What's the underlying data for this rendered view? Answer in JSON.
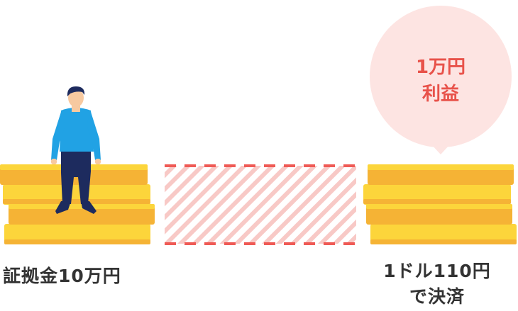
{
  "left_caption": "証拠金10万円",
  "right_caption_line1": "1ドル110円",
  "right_caption_line2": "で決済",
  "bubble_line1": "1万円",
  "bubble_line2": "利益",
  "colors": {
    "coin_light": "#fcd53b",
    "coin_dark": "#f5b335",
    "coin_edge": "#e7a02c",
    "dashed_red": "#ef5a55",
    "hatch": "#f8c9c6",
    "bubble": "#fde4e2",
    "bubble_text": "#e8524a",
    "shirt": "#21a2e4",
    "pants": "#1d2b5e",
    "text": "#333333"
  }
}
